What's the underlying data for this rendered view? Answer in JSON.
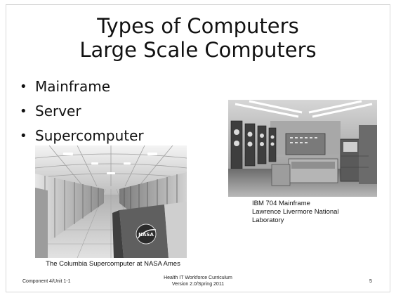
{
  "slide": {
    "title_line1": "Types of Computers",
    "title_line2": "Large Scale Computers",
    "bullets": [
      "Mainframe",
      "Server",
      "Supercomputer"
    ],
    "images": {
      "left": {
        "caption": "The Columbia Supercomputer at NASA Ames",
        "logo_text": "NASA"
      },
      "right": {
        "caption_lines": [
          "IBM 704 Mainframe",
          "Lawrence Livermore National",
          "Laboratory"
        ]
      }
    },
    "footer": {
      "left": "Component 4/Unit 1-1",
      "center_line1": "Health IT Workforce Curriculum",
      "center_line2": "Version 2.0/Spring 2011",
      "page_number": "5"
    }
  }
}
